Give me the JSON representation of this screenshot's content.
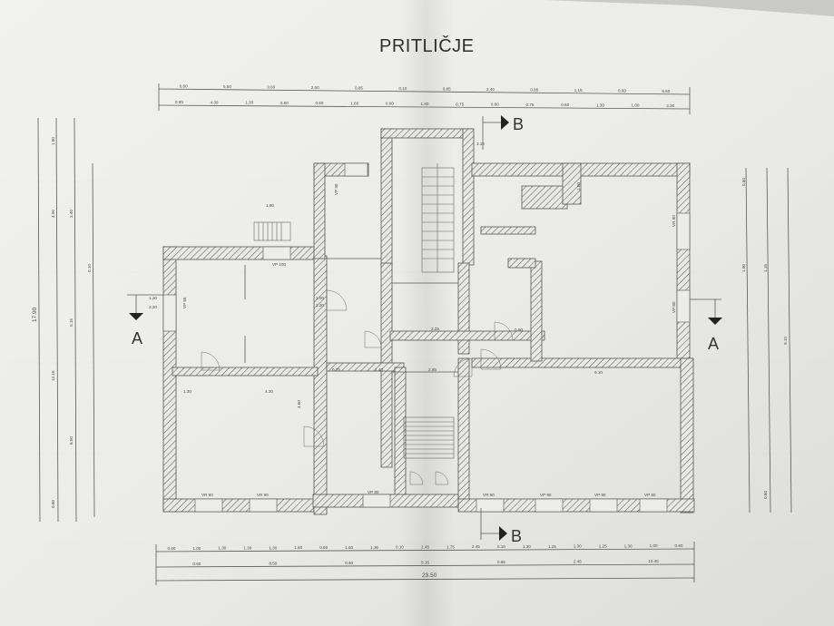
{
  "title": "PRITLIČJE",
  "section_labels": {
    "a_left": "A",
    "a_right": "A",
    "b_top": "B",
    "b_bottom": "B"
  },
  "window_labels": {
    "vp85": "VP 85",
    "vp90_top": "VP 90",
    "vp100": "VP 100",
    "vr90_right": "VR 90",
    "vp80_right": "VP 80",
    "vr90_b1": "VR 90",
    "vr90_b2": "VR 90",
    "vp80_b3": "VP 80",
    "vr90_b4": "VR 90",
    "vp90_b5": "VP 90",
    "vp90_b6": "VP 90",
    "vp80_b7": "VP 80"
  },
  "top_dims_1": [
    "0.60",
    "6.50",
    "0.60",
    "2.50",
    "0.85",
    "0.10",
    "0.85",
    "2.40",
    "0.85",
    "1.15",
    "0.60",
    "5.60"
  ],
  "top_dims_2": [
    "0.60",
    "4.30",
    "1.30",
    "0.60",
    "0.60",
    "1.60",
    "0.60",
    "1.60",
    "0.75",
    "0.60",
    "0.75",
    "0.60",
    "1.30",
    "1.00",
    "3.30"
  ],
  "bottom_dims_1": [
    "0.60",
    "1.00",
    "1.30",
    "1.30",
    "1.30",
    "1.60",
    "0.60",
    "1.60",
    "1.30",
    "0.10",
    "2.45",
    "1.75",
    "2.45",
    "0.10",
    "1.30",
    "1.25",
    "1.30",
    "1.25",
    "1.30",
    "1.00",
    "0.60"
  ],
  "bottom_dims_2": [
    "0.60",
    "8.50",
    "0.60",
    "5.15",
    "0.85",
    "2.45",
    "10.45"
  ],
  "bottom_total": "23.50",
  "left_dims_outer": "17.90",
  "left_dims_mid": [
    "1.80",
    "4.00",
    "3.40",
    "0.10"
  ],
  "left_dims_inner": [
    "12.15",
    "5.15",
    "6.50",
    "0.60"
  ],
  "right_dims": [
    "0.60",
    "1.15",
    "1.90",
    "9.10",
    "0.60"
  ],
  "room_dims": {
    "hall_w": "3.10",
    "room_w": "4.20",
    "big_w": "9.10",
    "corr": "2.25",
    "mid": "2.85",
    "d1": "1.00",
    "d2": "2.20",
    "d3": "1.40",
    "d4": "0.75",
    "d5": "1.60",
    "d6": "1.30",
    "d7": "0.60",
    "d8": "1.20",
    "d9": "2.20",
    "d10": "1.80",
    "d11": "4.60"
  }
}
